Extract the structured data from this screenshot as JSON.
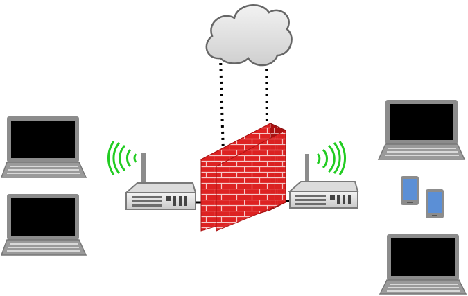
{
  "diagram": {
    "nodes": [
      {
        "id": "internet",
        "icon": "cloud-icon"
      },
      {
        "id": "firewall",
        "icon": "brick-wall-icon"
      },
      {
        "id": "router-left",
        "icon": "wireless-router-icon"
      },
      {
        "id": "router-right",
        "icon": "wireless-router-icon"
      },
      {
        "id": "laptop-left-1",
        "icon": "laptop-icon"
      },
      {
        "id": "laptop-left-2",
        "icon": "laptop-icon"
      },
      {
        "id": "laptop-right-1",
        "icon": "laptop-icon"
      },
      {
        "id": "laptop-right-2",
        "icon": "laptop-icon"
      },
      {
        "id": "phone-1",
        "icon": "smartphone-icon"
      },
      {
        "id": "phone-2",
        "icon": "smartphone-icon"
      }
    ],
    "links": [
      {
        "from": "internet",
        "to": "firewall",
        "style": "dotted"
      },
      {
        "from": "internet",
        "to": "firewall",
        "style": "dotted"
      },
      {
        "from": "router-left",
        "to": "firewall",
        "style": "solid"
      },
      {
        "from": "router-right",
        "to": "firewall",
        "style": "solid"
      }
    ],
    "colors": {
      "cloud_fill": "#d8d8d8",
      "cloud_stroke": "#666666",
      "brick": "#dd2222",
      "brick_mortar": "#ffffff",
      "device_gray": "#8c8c8c",
      "screen": "#000000",
      "wifi_signal": "#22cc22",
      "phone_screen": "#5b8fd6"
    }
  }
}
